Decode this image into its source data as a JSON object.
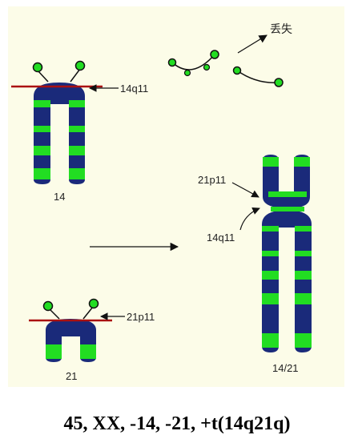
{
  "labels": {
    "lost": "丢失",
    "chr14_breakpoint": "14q11",
    "chr14": "14",
    "chr21_breakpoint": "21p11",
    "chr21": "21",
    "derived_p": "21p11",
    "derived_q": "14q11",
    "derived": "14/21"
  },
  "caption": "45, XX, -14, -21, +t(14q21q)",
  "colors": {
    "chromosome": "#1a2a7a",
    "band": "#22dd22",
    "breakline": "#aa1111",
    "panel": "#fcfce8"
  }
}
